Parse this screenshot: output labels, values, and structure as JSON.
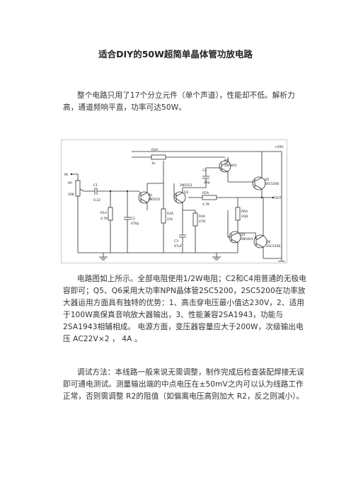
{
  "title": "适合DIY的50W超简单晶体管功放电路",
  "paragraphs": [
    "整个电路只用了17个分立元件（单个声道），性能却不低。解析力高，通道频响平直，功率可达50W。",
    "电路图如上所示。全部电阻使用1/2W电阻；C2和C4用普通的无极电容即可；Q5、Q6采用大功率NPN晶体管2SC5200，2SC5200在功率放大器运用方面具有独特的优势：1、高击穿电压最小值达230V，2、适用于100W高保真音响放大器输出，3、性能兼容2SA1943，功能与2SA1943相辅相成。 电源方面，变压器容量应大于200W，次级输出电压 AC22V×2 ， 4A 。",
    "调试方法：本线路一般来说无需调整，制作完成后检查装配焊接无误即可通电测试。测量输出端的中点电压在±50mV之内可以认为线路工作正常，否则需调整 R2的阻值（如偏离电压高则加大 R2，反之则减小）。"
  ],
  "schematic": {
    "vcc": "+50V",
    "input": "IN",
    "output": "OUT",
    "components": {
      "rp": "RP",
      "rp_val": "50K",
      "c1": "C1",
      "c1_val": "0.22",
      "r1": "R1A",
      "r1_val": "4.7K",
      "c2": "C2",
      "c2_val": "470p",
      "q1": "Q1",
      "q1_val": "2N5551",
      "r2": "R2A",
      "r2_val": "1k",
      "r3": "R3A",
      "r3_val": "22k",
      "q2": "Q2",
      "q2_val": "2N5551",
      "q2_top": "2N5551",
      "c3": "C3",
      "c3_val": "47uF",
      "r4": "R4A",
      "r4_val": "47Ω",
      "r5": "R5A",
      "r5_val": "4.7K",
      "c4": "C4",
      "c4_val": "33p",
      "q3": "Q3",
      "q3_val": "2N5401",
      "q5": "Q5",
      "q5_val": "2SC5200",
      "r6": "R6A",
      "r6_val": "20Ω",
      "q4": "Q4",
      "q4_val": "2N5401",
      "q6": "Q6",
      "q6_val": "2SC5200"
    }
  }
}
